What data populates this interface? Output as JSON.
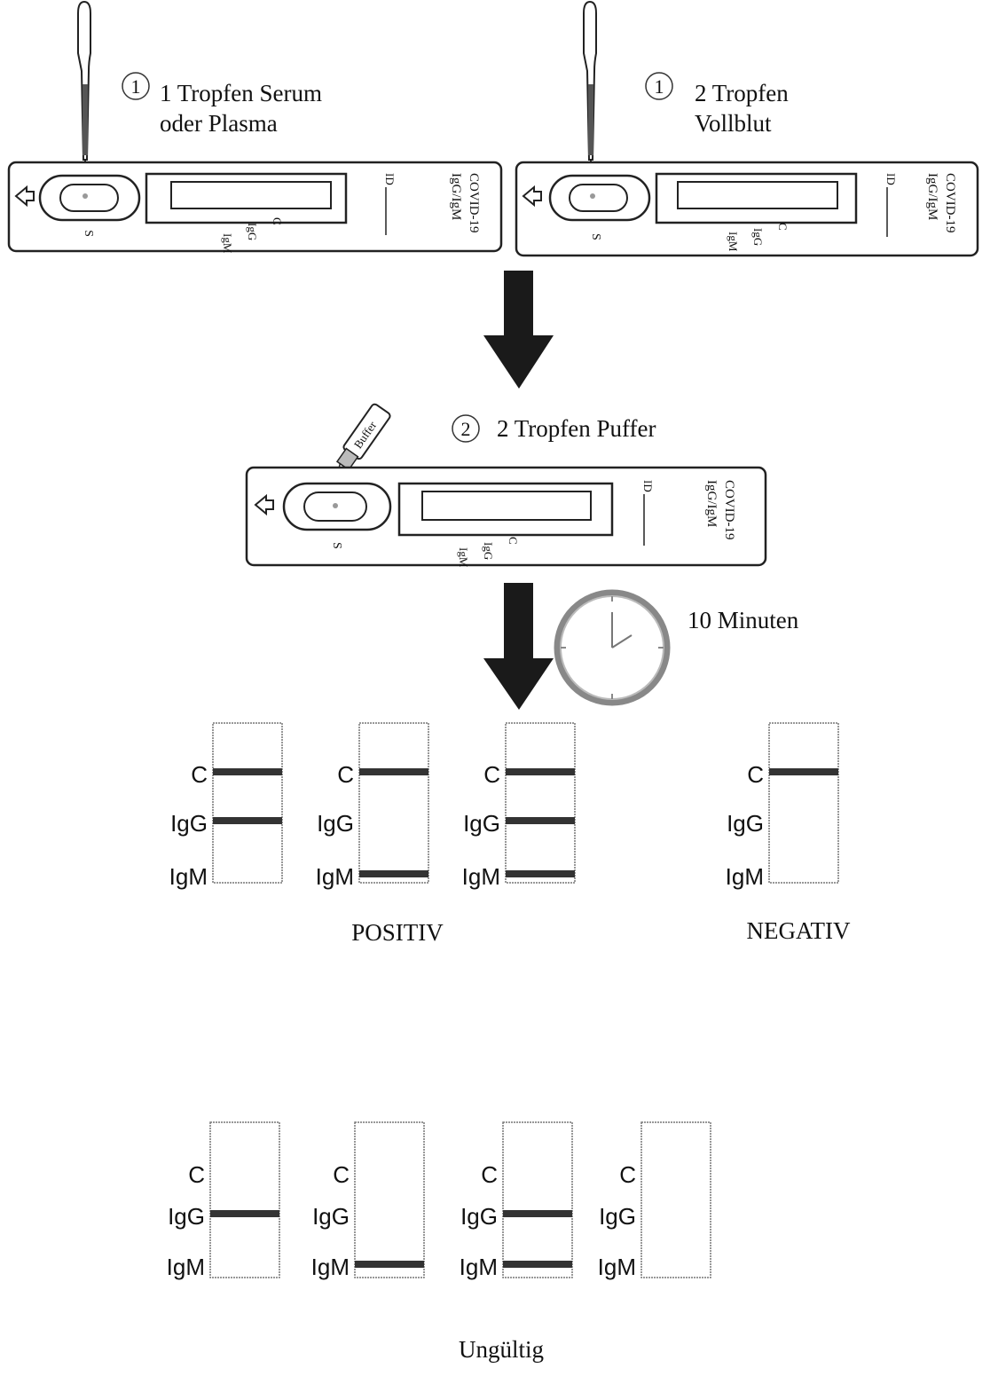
{
  "step1_left": {
    "number": "1",
    "line1": "1 Tropfen Serum",
    "line2": "oder Plasma"
  },
  "step1_right": {
    "number": "1",
    "line1": "2 Tropfen",
    "line2": "Vollblut"
  },
  "step2": {
    "number": "2",
    "text": "2 Tropfen Puffer",
    "bottle_label": "Buffer"
  },
  "timer": {
    "text": "10 Minuten"
  },
  "cassette": {
    "sample_label": "S",
    "line_c": "C",
    "line_igg": "IgG",
    "line_igm": "IgM",
    "id_label": "ID",
    "title_line1": "COVID-19",
    "title_line2": "IgG/IgM"
  },
  "strip_labels": {
    "c": "C",
    "igg": "IgG",
    "igm": "IgM"
  },
  "results": {
    "positive_label": "POSITIV",
    "negative_label": "NEGATIV",
    "invalid_label": "Ungültig",
    "positive_strips": [
      {
        "c": true,
        "igg": true,
        "igm": false
      },
      {
        "c": true,
        "igg": false,
        "igm": true
      },
      {
        "c": true,
        "igg": true,
        "igm": true
      }
    ],
    "negative_strips": [
      {
        "c": true,
        "igg": false,
        "igm": false
      }
    ],
    "invalid_strips": [
      {
        "c": false,
        "igg": true,
        "igm": false
      },
      {
        "c": false,
        "igg": false,
        "igm": true
      },
      {
        "c": false,
        "igg": true,
        "igm": true
      },
      {
        "c": false,
        "igg": false,
        "igm": false
      }
    ]
  }
}
